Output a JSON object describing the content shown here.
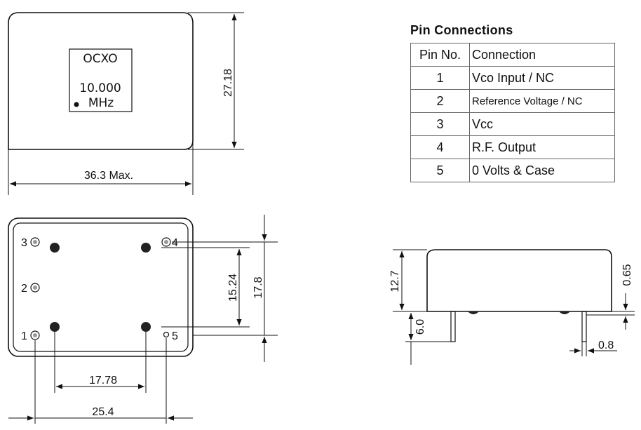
{
  "top_view": {
    "label_line1": "OCXO",
    "label_line2": "10.000",
    "label_line3": "MHz",
    "width_dim": "36.3 Max.",
    "height_dim": "27.18"
  },
  "bottom_view": {
    "pin_labels": [
      "1",
      "2",
      "3",
      "4",
      "5"
    ],
    "dim_pin_spacing_v": "15.24",
    "dim_body_v": "17.8",
    "dim_pin_spacing_h": "17.78",
    "dim_pin_spacing_h2": "25.4"
  },
  "side_view": {
    "height_dim": "12.7",
    "pin_length_dim": "6.0",
    "standoff_dim": "0.65",
    "pin_diameter_dim": "0.8"
  },
  "pin_connections": {
    "title": "Pin Connections",
    "header_no": "Pin No.",
    "header_connection": "Connection",
    "rows": [
      {
        "no": "1",
        "connection": "Vco Input / NC"
      },
      {
        "no": "2",
        "connection": "Reference Voltage / NC"
      },
      {
        "no": "3",
        "connection": "Vcc"
      },
      {
        "no": "4",
        "connection": "R.F. Output"
      },
      {
        "no": "5",
        "connection": "0 Volts & Case"
      }
    ]
  }
}
